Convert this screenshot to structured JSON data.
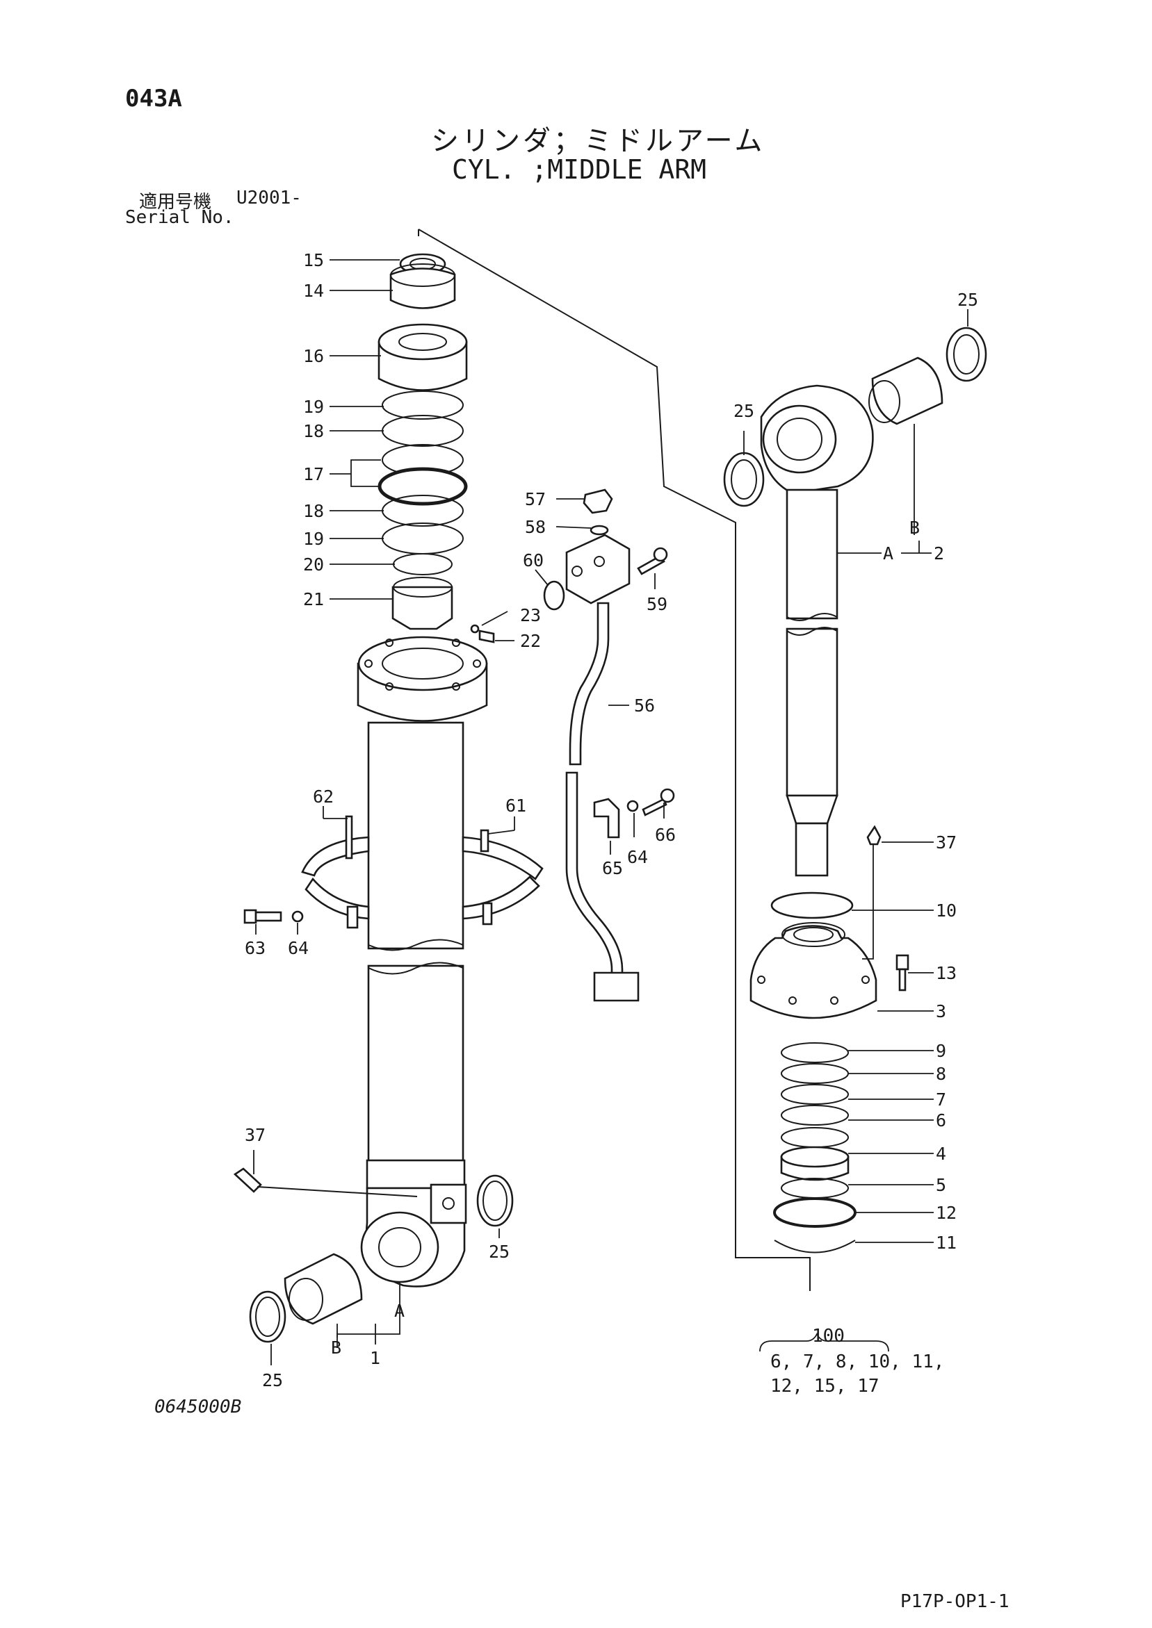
{
  "header": {
    "page_code": "043A",
    "title_jp": "シリンダ；ミドルアーム",
    "title_en": "CYL. ;MIDDLE ARM",
    "serial_label_jp": "適用号機",
    "serial_value": "U2001-",
    "serial_label_en": "Serial No."
  },
  "footer": {
    "drawing_number": "0645000B",
    "page_ref": "P17P-OP1-1"
  },
  "kit": {
    "number": "100",
    "contents_line1": "6, 7, 8, 10, 11,",
    "contents_line2": "12, 15, 17"
  },
  "callouts": {
    "p15": "15",
    "p14": "14",
    "p16": "16",
    "p19a": "19",
    "p18a": "18",
    "p17": "17",
    "p18b": "18",
    "p19b": "19",
    "p20": "20",
    "p21": "21",
    "p23": "23",
    "p22": "22",
    "p57": "57",
    "p58": "58",
    "p60": "60",
    "p59": "59",
    "p56": "56",
    "p62": "62",
    "p61": "61",
    "p65": "65",
    "p64a": "64",
    "p66": "66",
    "p63": "63",
    "p64b": "64",
    "p37a": "37",
    "p25a": "25",
    "p25b": "25",
    "p25c": "25",
    "p25d": "25",
    "pB1": "B",
    "pA1": "A",
    "p1": "1",
    "pA2": "A",
    "pB2": "B",
    "p2": "2",
    "p37b": "37",
    "p10": "10",
    "p13": "13",
    "p3": "3",
    "p9": "9",
    "p8": "8",
    "p7": "7",
    "p6": "6",
    "p4": "4",
    "p5": "5",
    "p12": "12",
    "p11": "11"
  }
}
